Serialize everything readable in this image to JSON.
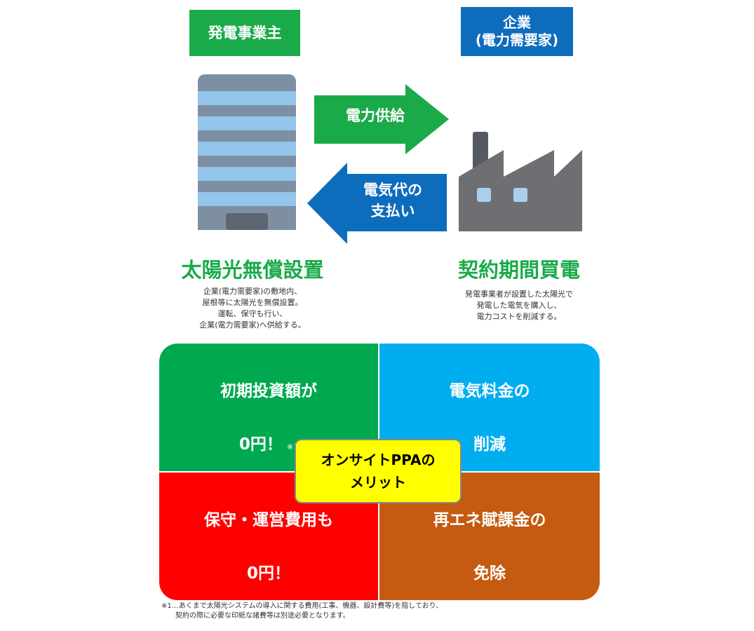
{
  "generator": {
    "label": "発電事業主"
  },
  "company": {
    "label": "企業\n(電力需要家)"
  },
  "arrows": {
    "supply": {
      "label": "電力供給",
      "color": "#1aaa4a"
    },
    "payment": {
      "label": "電気代の\n支払い",
      "color": "#0e6cbd"
    }
  },
  "icons": {
    "building": "office-building-icon",
    "factory": "factory-icon"
  },
  "left_section": {
    "heading": "太陽光無償設置",
    "description": "企業(電力需要家)の敷地内、\n屋根等に太陽光を無償設置。\n運転、保守も行い、\n企業(電力需要家)へ供給する。"
  },
  "right_section": {
    "heading": "契約期間買電",
    "description": "発電事業者が設置した太陽光で\n発電した電気を購入し、\n電力コストを削減する。"
  },
  "merits": {
    "center_label": "オンサイトPPAの\nメリット",
    "cells": {
      "initial_cost": {
        "line1": "初期投資額が",
        "line2": "0円！",
        "note": "※1",
        "color": "#00a950"
      },
      "electricity": {
        "line1": "電気料金の",
        "line2": "削減",
        "color": "#00aeef"
      },
      "maintenance": {
        "line1": "保守・運営費用も",
        "line2": "0円！",
        "color": "#ff0000"
      },
      "levy": {
        "line1": "再エネ賦課金の",
        "line2": "免除",
        "color": "#c55a11"
      }
    }
  },
  "footnote": "※1…あくまで太陽光システムの導入に関する費用(工事、機器、設計費等)を指しており、\n　　契約の際に必要な印紙な諸費等は別途必要となります。"
}
